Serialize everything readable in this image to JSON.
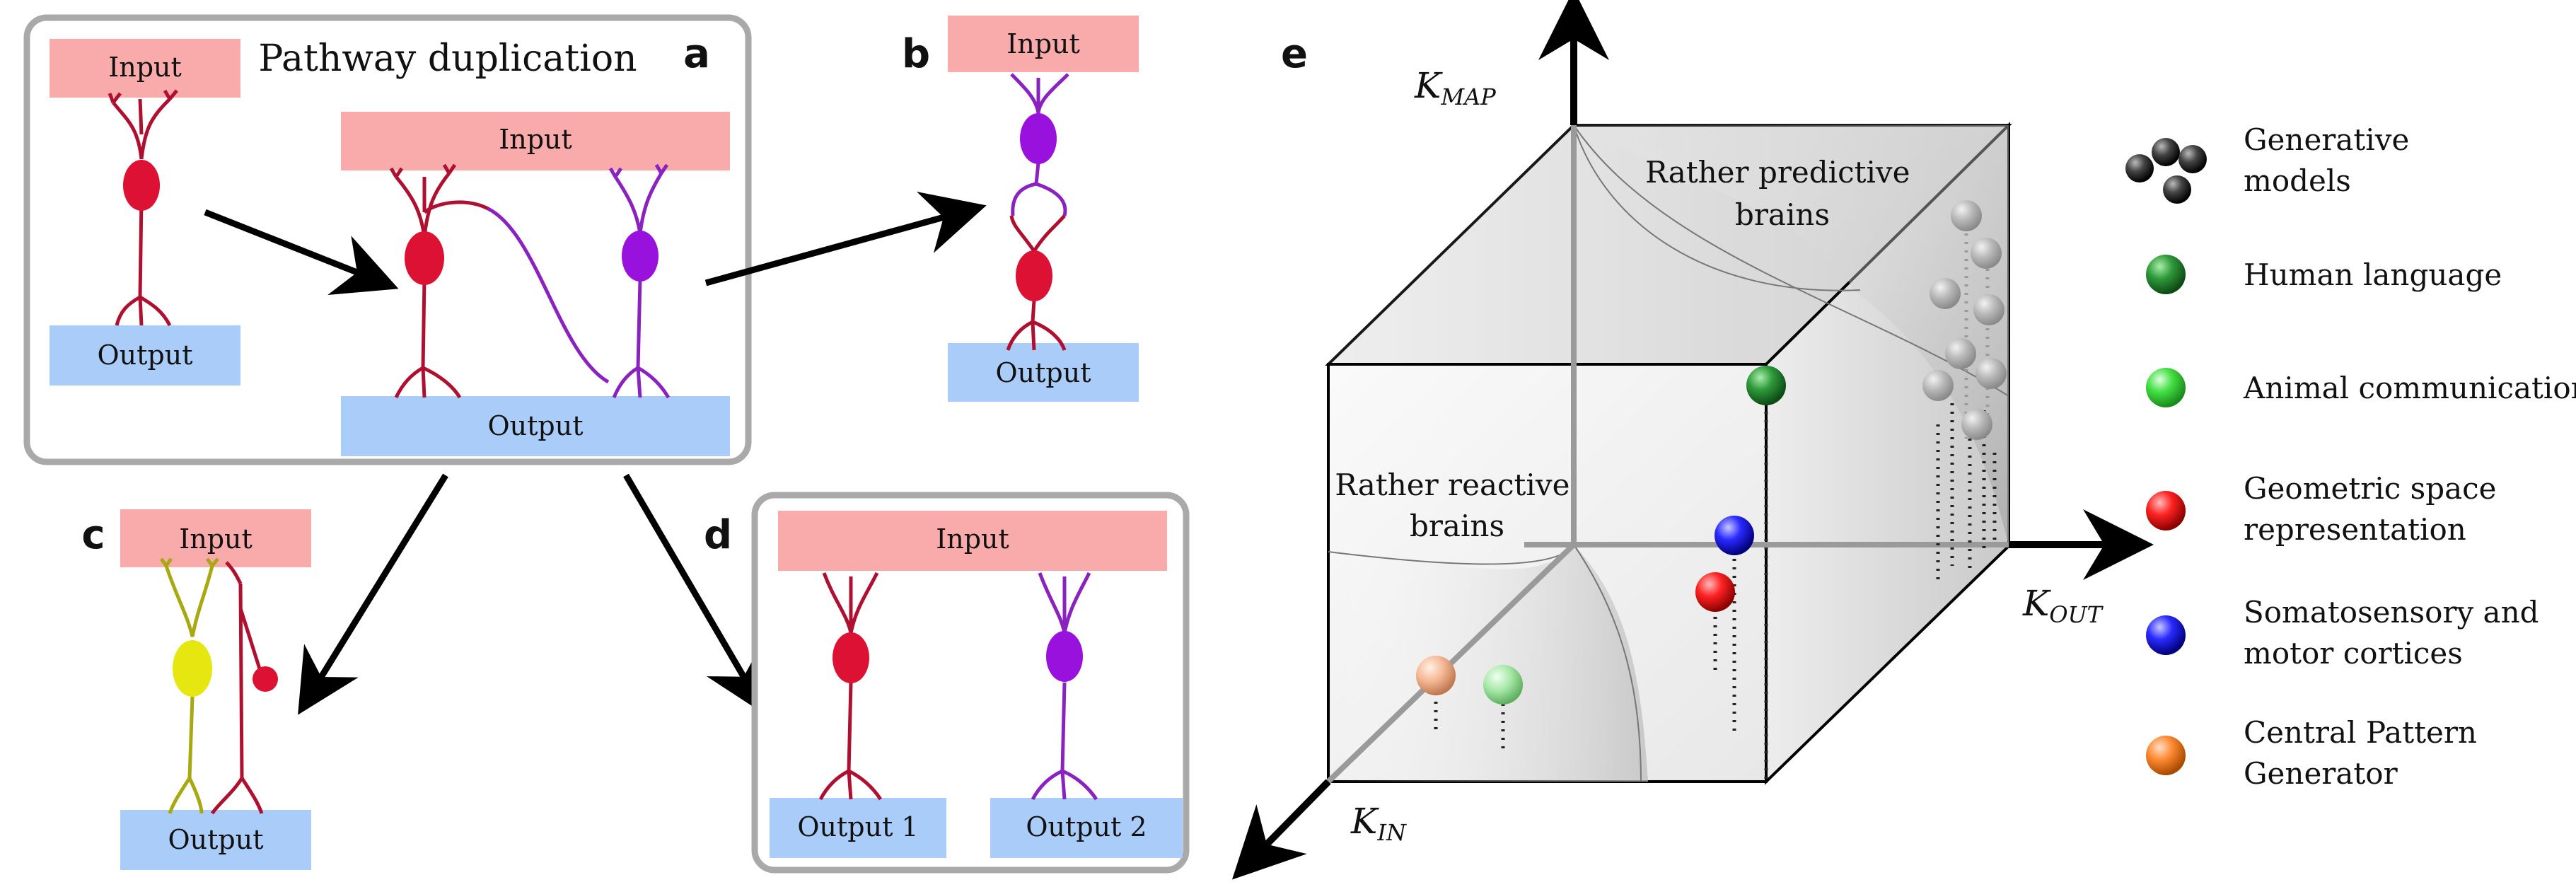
{
  "panels": {
    "a": {
      "letter": "a",
      "title": "Pathway duplication",
      "input_small": "Input",
      "output_small": "Output",
      "input_big": "Input",
      "output_big": "Output"
    },
    "b": {
      "letter": "b",
      "input": "Input",
      "output": "Output"
    },
    "c": {
      "letter": "c",
      "input": "Input",
      "output": "Output"
    },
    "d": {
      "letter": "d",
      "input": "Input",
      "output1": "Output 1",
      "output2": "Output 2"
    },
    "e": {
      "letter": "e"
    }
  },
  "cube": {
    "axes": {
      "map": {
        "base": "K",
        "sub": "MAP"
      },
      "out": {
        "base": "K",
        "sub": "OUT"
      },
      "in": {
        "base": "K",
        "sub": "IN"
      }
    },
    "region_predictive": [
      "Rather predictive",
      "brains"
    ],
    "region_reactive": [
      "Rather reactive",
      "brains"
    ]
  },
  "legend": [
    {
      "label": [
        "Generative",
        "models"
      ],
      "color": "#3a3a3a",
      "icon": "cluster-of-spheres"
    },
    {
      "label": [
        "Human language"
      ],
      "color": "#2e9a3a"
    },
    {
      "label": [
        "Animal communication"
      ],
      "color": "#44e044"
    },
    {
      "label": [
        "Geometric space",
        "representation"
      ],
      "color": "#ff2222"
    },
    {
      "label": [
        "Somatosensory and",
        "motor cortices"
      ],
      "color": "#2a2aff"
    },
    {
      "label": [
        "Central Pattern",
        "Generator"
      ],
      "color": "#ff8a33"
    }
  ],
  "colors": {
    "input_box": "#f9aaaa",
    "output_box": "#aaccf9",
    "neuron_red": "#dd1133",
    "neuron_purple": "#9911dd",
    "neuron_yellow": "#e6e611",
    "axon_red": "#b01030",
    "axon_purple": "#8a22c0"
  }
}
